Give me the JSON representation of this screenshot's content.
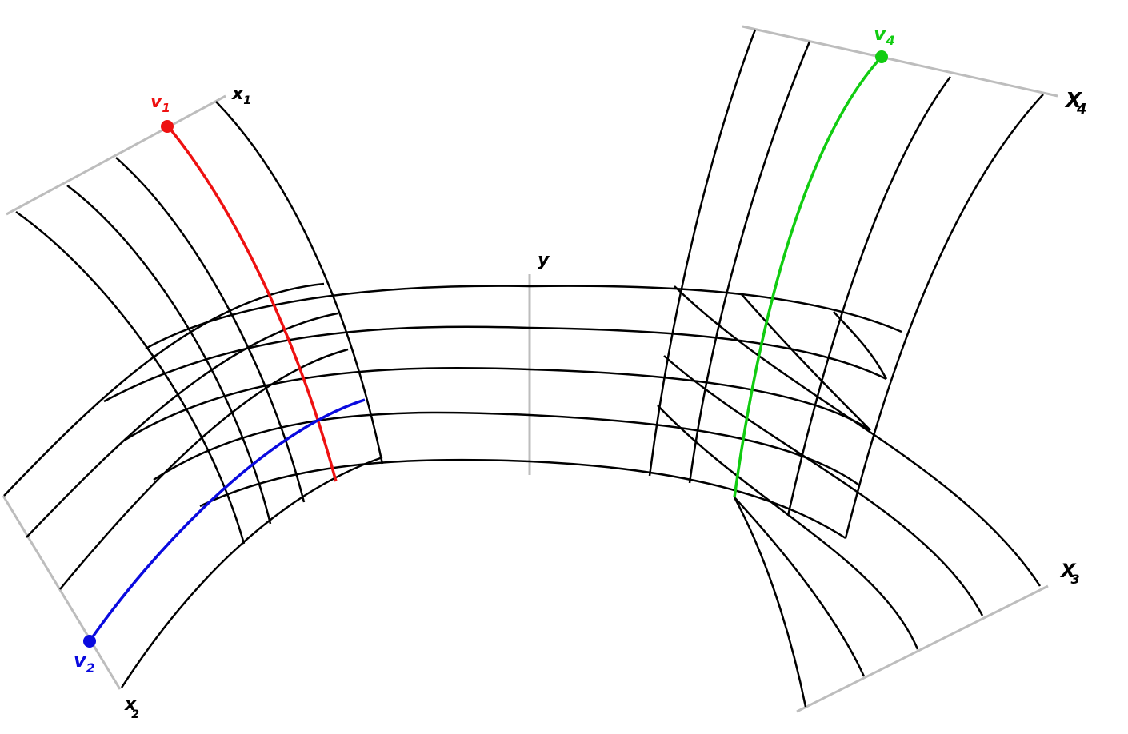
{
  "labels": {
    "x1": {
      "main": "x",
      "sub": "1"
    },
    "x2": {
      "main": "x",
      "sub": "2"
    },
    "x3": {
      "main": "X",
      "sub": "3"
    },
    "x4": {
      "main": "X",
      "sub": "4"
    },
    "y": {
      "main": "y"
    },
    "v1": {
      "main": "v",
      "sub": "1"
    },
    "v2": {
      "main": "v",
      "sub": "2"
    },
    "v4": {
      "main": "v",
      "sub": "4"
    }
  },
  "colors": {
    "axis": "#bdbdbd",
    "curve": "#000000",
    "v1": "#ee1111",
    "v2": "#0a0adf",
    "v4": "#11cc11"
  }
}
